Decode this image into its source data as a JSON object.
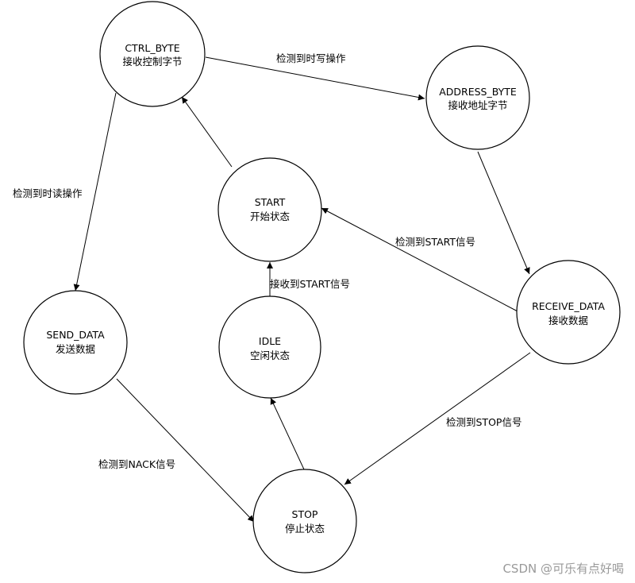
{
  "states": [
    {
      "id": "ctrl_byte",
      "name": "CTRL_BYTE",
      "desc": "接收控制字节"
    },
    {
      "id": "address_byte",
      "name": "ADDRESS_BYTE",
      "desc": "接收地址字节"
    },
    {
      "id": "start",
      "name": "START",
      "desc": "开始状态"
    },
    {
      "id": "send_data",
      "name": "SEND_DATA",
      "desc": "发送数据"
    },
    {
      "id": "receive_data",
      "name": "RECEIVE_DATA",
      "desc": "接收数据"
    },
    {
      "id": "idle",
      "name": "IDLE",
      "desc": "空闲状态"
    },
    {
      "id": "stop",
      "name": "STOP",
      "desc": "停止状态"
    }
  ],
  "transitions": [
    {
      "id": "ctrl_to_address",
      "from": "ctrl_byte",
      "to": "address_byte",
      "label": "检测到时写操作"
    },
    {
      "id": "ctrl_to_send",
      "from": "ctrl_byte",
      "to": "send_data",
      "label": "检测到时读操作"
    },
    {
      "id": "address_to_receive",
      "from": "address_byte",
      "to": "receive_data",
      "label": ""
    },
    {
      "id": "start_to_ctrl",
      "from": "start",
      "to": "ctrl_byte",
      "label": ""
    },
    {
      "id": "receive_to_start",
      "from": "receive_data",
      "to": "start",
      "label": "检测到START信号"
    },
    {
      "id": "idle_to_start",
      "from": "idle",
      "to": "start",
      "label": "接收到START信号"
    },
    {
      "id": "receive_to_stop",
      "from": "receive_data",
      "to": "stop",
      "label": "检测到STOP信号"
    },
    {
      "id": "send_to_stop",
      "from": "send_data",
      "to": "stop",
      "label": "检测到NACK信号"
    },
    {
      "id": "stop_to_idle",
      "from": "stop",
      "to": "idle",
      "label": ""
    }
  ],
  "watermark": "CSDN @可乐有点好喝"
}
